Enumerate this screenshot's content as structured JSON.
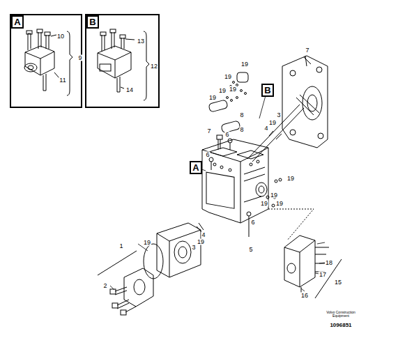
{
  "diagram": {
    "nodes": [
      {
        "text": [
          "10",
          "11",
          "9"
        ]
      },
      {
        "text": [
          "A"
        ],
        "in": 0
      },
      {
        "text": [
          "13",
          "12",
          "14"
        ]
      },
      {
        "text": [
          "B"
        ],
        "in": 2
      },
      {
        "text": [
          "A"
        ]
      },
      {
        "text": [
          "B"
        ]
      }
    ],
    "labels": [
      "7",
      "19",
      "19",
      "19",
      "19",
      "19",
      "8",
      "8",
      "3",
      "19",
      "4",
      "7",
      "6",
      "6",
      "19",
      "19",
      "19",
      "19",
      "6",
      "5",
      "4",
      "3",
      "19",
      "19",
      "1",
      "2",
      "18",
      "17",
      "15",
      "16",
      "Volvo Construction Equipment",
      "1096851"
    ]
  }
}
